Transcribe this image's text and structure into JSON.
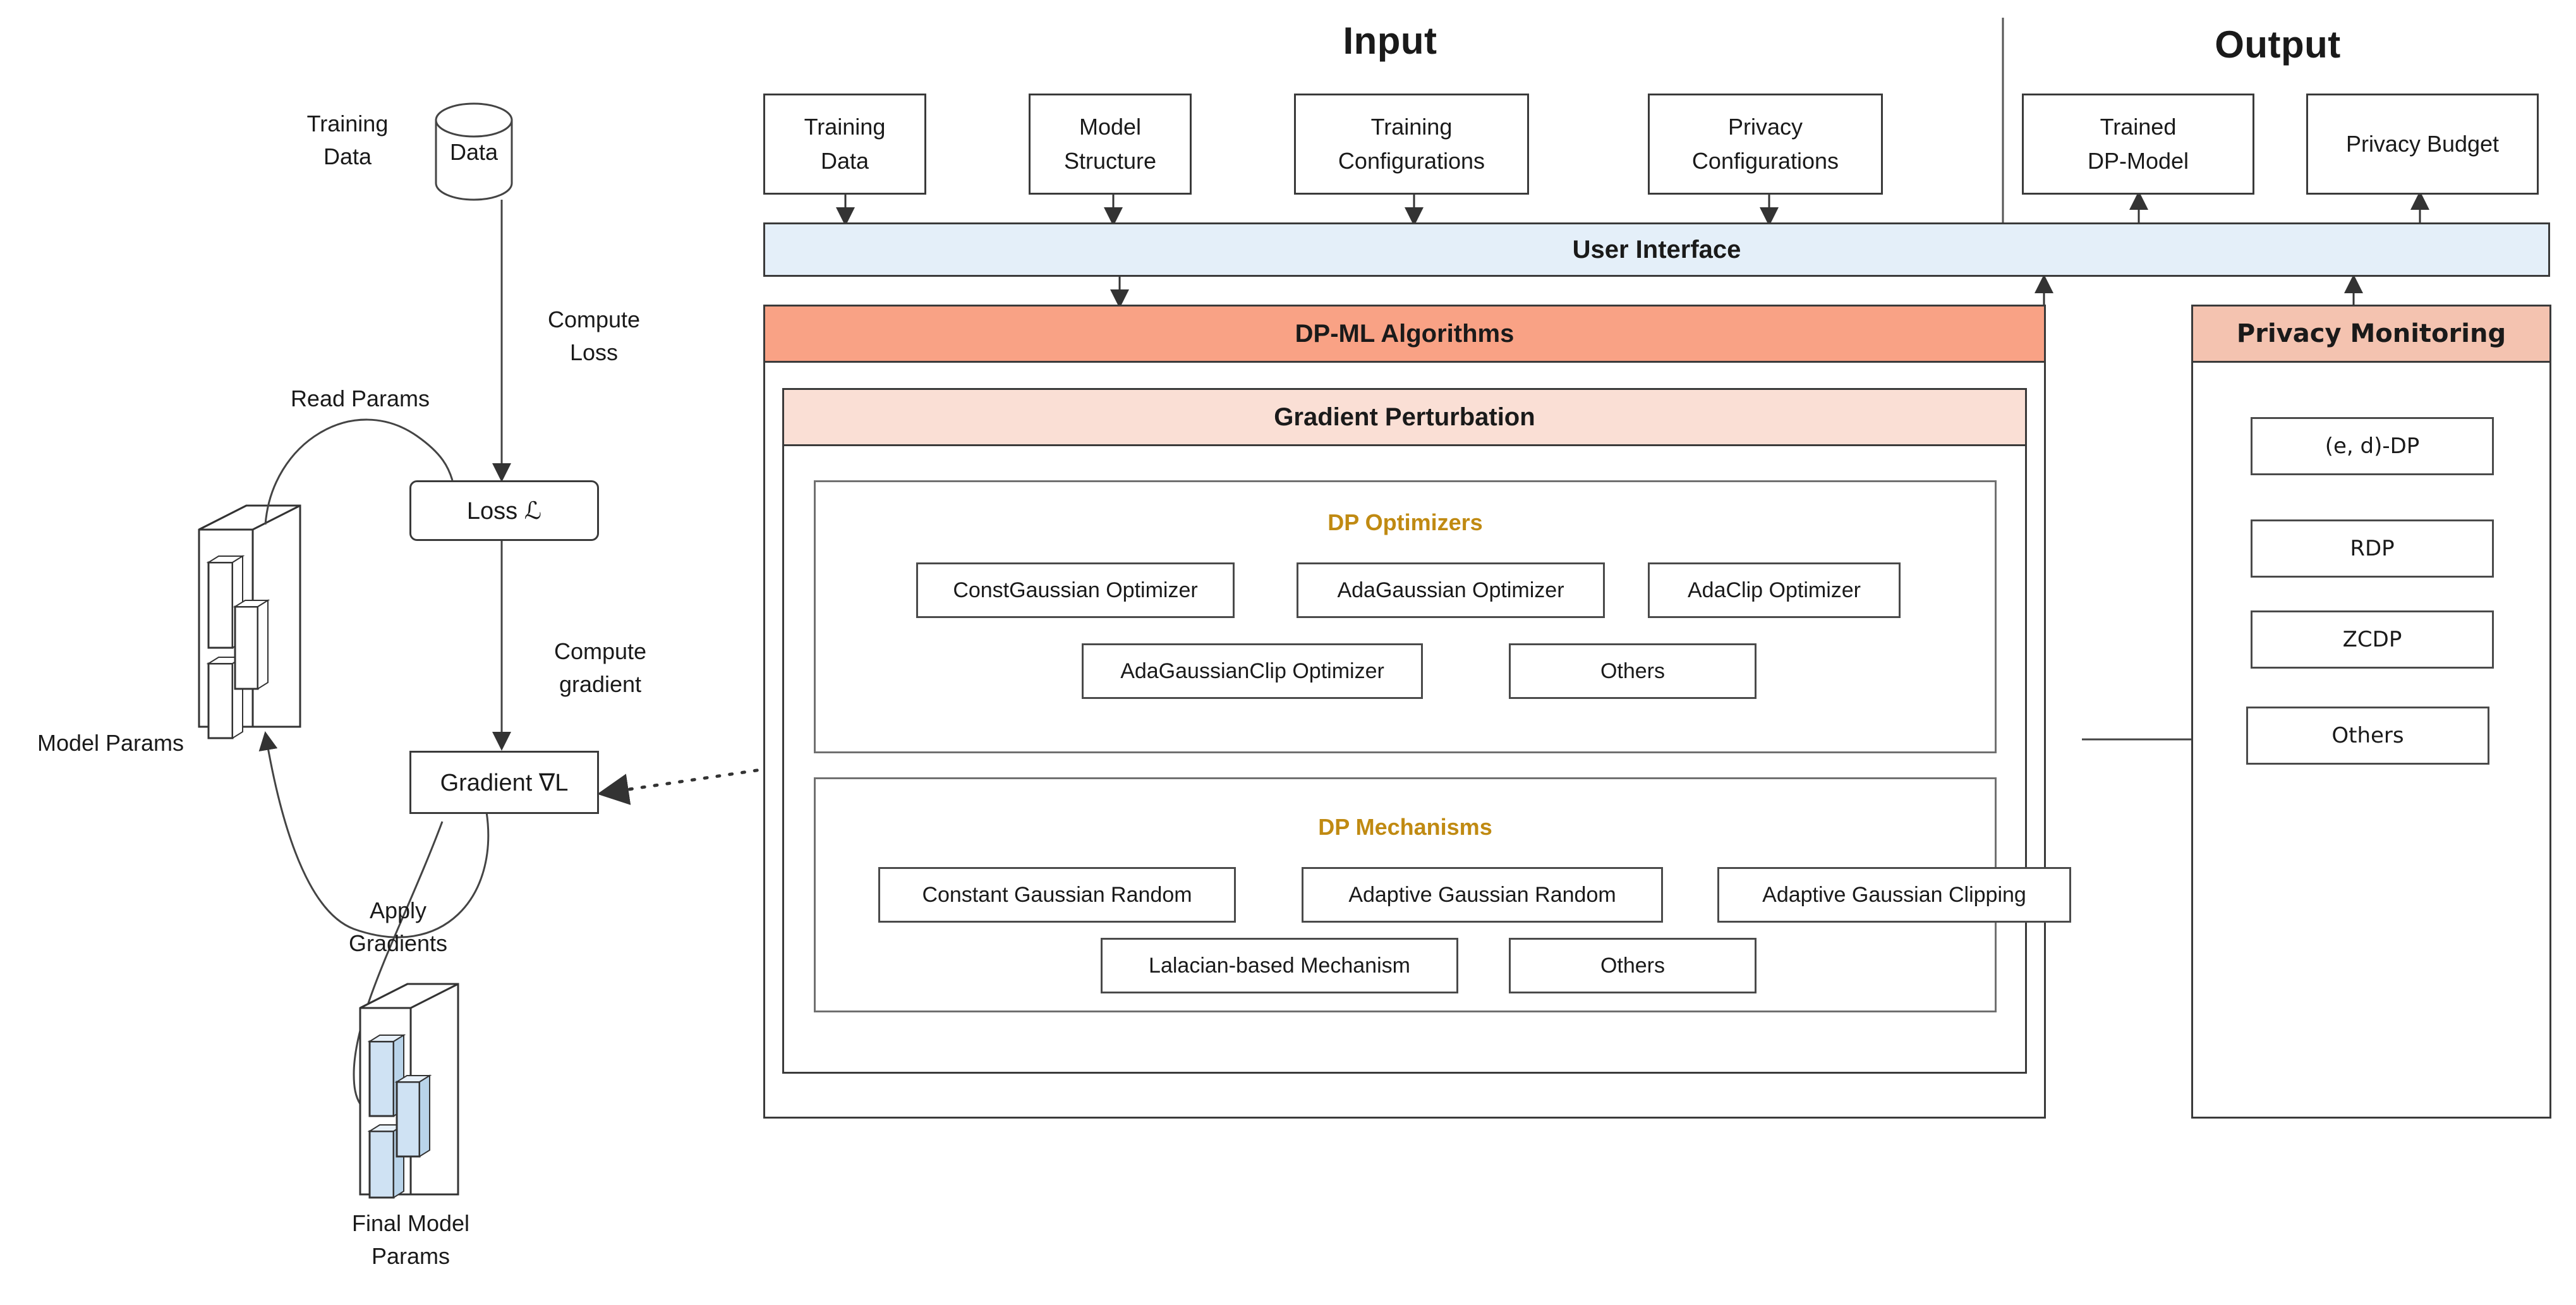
{
  "sections": {
    "input_title": "Input",
    "output_title": "Output"
  },
  "left_flow": {
    "training_data_label": "Training\nData",
    "datastore_label": "Data",
    "compute_loss_label": "Compute\nLoss",
    "read_params_label": "Read Params",
    "loss_node_label": "Loss ℒ",
    "compute_gradient_label": "Compute\ngradient",
    "gradient_node_label": "Gradient ∇L",
    "model_params_label": "Model Params",
    "apply_gradients_label": "Apply\nGradients",
    "final_model_params_label": "Final Model\nParams"
  },
  "input_boxes": [
    {
      "label": "Training\nData"
    },
    {
      "label": "Model\nStructure"
    },
    {
      "label": "Training\nConfigurations"
    },
    {
      "label": "Privacy\nConfigurations"
    }
  ],
  "output_boxes": [
    {
      "label": "Trained\nDP-Model"
    },
    {
      "label": "Privacy Budget"
    }
  ],
  "user_interface": {
    "title": "User Interface"
  },
  "dpml": {
    "title": "DP-ML Algorithms",
    "gradient_perturbation_title": "Gradient Perturbation",
    "optimizers": {
      "group_label": "DP Optimizers",
      "row1": [
        {
          "label": "ConstGaussian Optimizer"
        },
        {
          "label": "AdaGaussian Optimizer"
        },
        {
          "label": "AdaClip Optimizer"
        }
      ],
      "row2": [
        {
          "label": "AdaGaussianClip Optimizer"
        },
        {
          "label": "Others"
        }
      ]
    },
    "mechanisms": {
      "group_label": "DP Mechanisms",
      "row1": [
        {
          "label": "Constant Gaussian Random"
        },
        {
          "label": "Adaptive Gaussian Random"
        },
        {
          "label": "Adaptive Gaussian Clipping"
        }
      ],
      "row2": [
        {
          "label": "Lalacian-based Mechanism"
        },
        {
          "label": "Others"
        }
      ]
    }
  },
  "privacy_monitoring": {
    "title": "Privacy Monitoring",
    "items": [
      {
        "label": "(e, d)-DP"
      },
      {
        "label": "RDP"
      },
      {
        "label": "ZCDP"
      },
      {
        "label": "Others"
      }
    ]
  },
  "colors": {
    "user_interface_fill": "#e4eff9",
    "dpml_fill": "#f9a285",
    "gradient_perturbation_fill": "#fadfd5",
    "privacy_monitoring_fill": "#f4c3b0",
    "group_label_color": "#c08a12",
    "stroke": "#3a3a3a",
    "final_param_block_fill": "#cfe2f3"
  }
}
